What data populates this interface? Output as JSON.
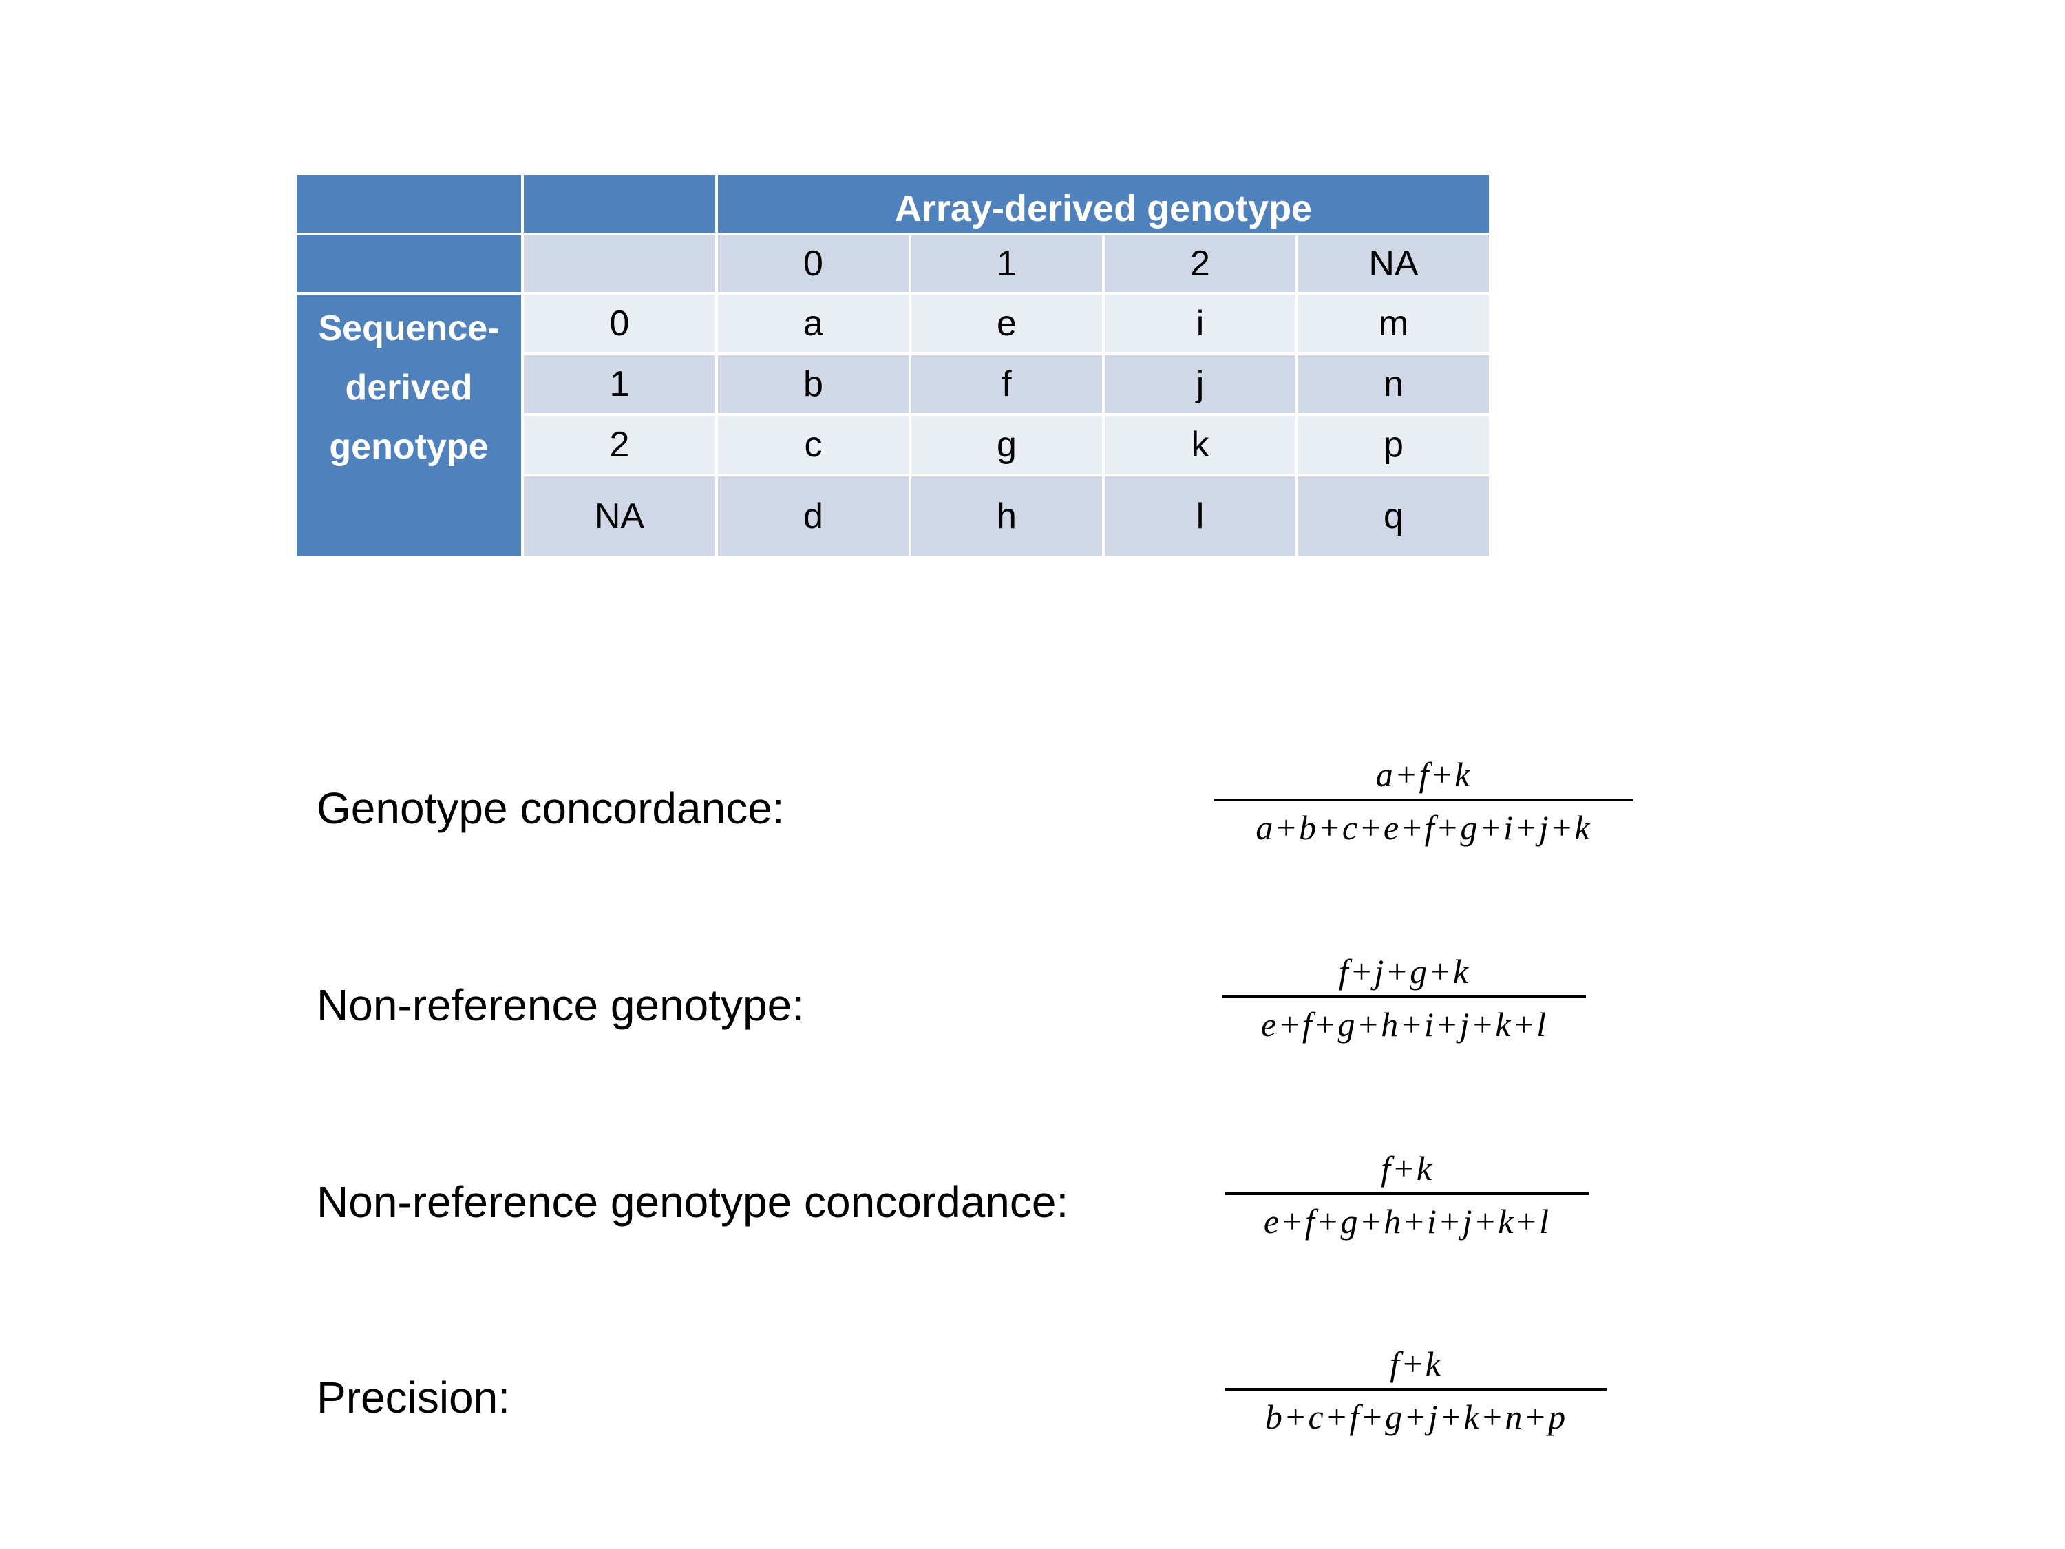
{
  "table": {
    "column_group_header": "Array-derived genotype",
    "row_group_header": [
      "Sequence-",
      "derived",
      "genotype"
    ],
    "column_headers": [
      "0",
      "1",
      "2",
      "NA"
    ],
    "rows": [
      {
        "label": "0",
        "cells": [
          "a",
          "e",
          "i",
          "m"
        ]
      },
      {
        "label": "1",
        "cells": [
          "b",
          "f",
          "j",
          "n"
        ]
      },
      {
        "label": "2",
        "cells": [
          "c",
          "g",
          "k",
          "p"
        ]
      },
      {
        "label": "NA",
        "cells": [
          "d",
          "h",
          "l",
          "q"
        ]
      }
    ]
  },
  "metrics": [
    {
      "label": "Genotype concordance:",
      "numerator": "a+f+k",
      "denominator": "a+b+c+e+f+g+i+j+k"
    },
    {
      "label": "Non-reference genotype:",
      "numerator": "f+j+g+k",
      "denominator": "e+f+g+h+i+j+k+l"
    },
    {
      "label": "Non-reference genotype concordance:",
      "numerator": "f+k",
      "denominator": "e+f+g+h+i+j+k+l"
    },
    {
      "label": "Precision:",
      "numerator": "f+k",
      "denominator": "b+c+f+g+j+k+n+p"
    }
  ],
  "colors": {
    "header_blue": "#4f81bd",
    "cell_dark": "#d0d8e8",
    "cell_light": "#e9edf4"
  }
}
